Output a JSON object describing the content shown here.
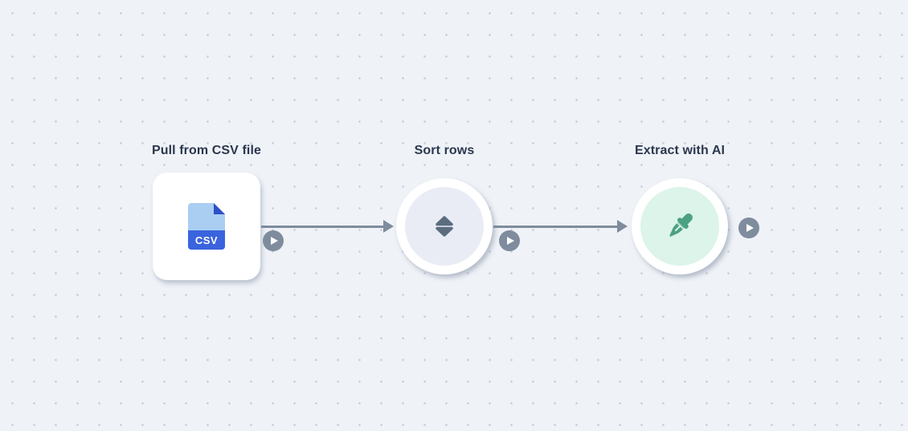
{
  "canvas": {
    "background_color": "#EFF2F7",
    "dot_color": "#C7CDDB"
  },
  "nodes": [
    {
      "label": "Pull from CSV file",
      "shape": "rounded-square",
      "icon": "csv-file-icon",
      "icon_text": "CSV",
      "colors": {
        "file": "#A9CEF1",
        "band": "#3A63DE",
        "fold": "#2C4FC8",
        "node_bg": "#FFFFFF"
      }
    },
    {
      "label": "Sort rows",
      "shape": "circle",
      "icon": "sort-arrows-icon",
      "colors": {
        "inner_bg": "#EAECF5",
        "icon": "#5C6D80",
        "node_bg": "#FFFFFF"
      }
    },
    {
      "label": "Extract with AI",
      "shape": "circle",
      "icon": "eyedropper-icon",
      "colors": {
        "inner_bg": "#DCF4E9",
        "icon": "#4BA181",
        "node_bg": "#FFFFFF"
      }
    }
  ],
  "connections": [
    {
      "from": "Pull from CSV file",
      "to": "Sort rows"
    },
    {
      "from": "Sort rows",
      "to": "Extract with AI"
    }
  ],
  "connector_color": "#7E8C9D",
  "run_button_color": "#7E8C9D"
}
